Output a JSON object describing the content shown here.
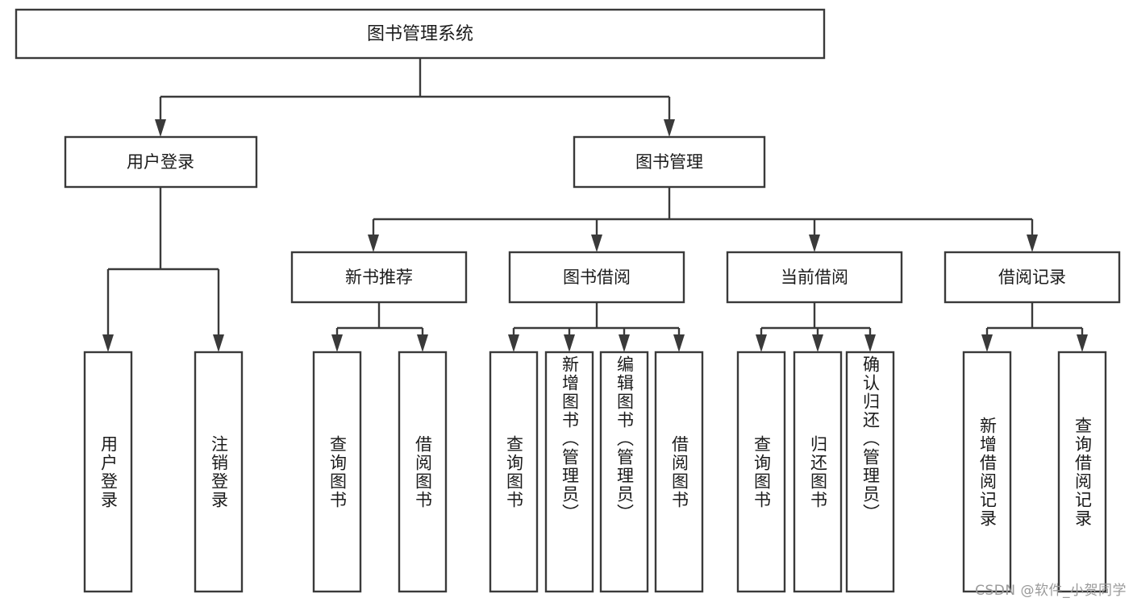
{
  "diagram": {
    "type": "hierarchy-tree",
    "title": "图书管理系统",
    "orientation": "top-down",
    "colors": {
      "box_stroke": "#3a3a3a",
      "box_fill": "#ffffff",
      "connector": "#3a3a3a",
      "text": "#1b1b1b",
      "background": "#ffffff",
      "watermark": "#9a9a9a"
    },
    "levels": {
      "root": "图书管理系统",
      "level1": [
        "用户登录",
        "图书管理"
      ],
      "level2": [
        "新书推荐",
        "图书借阅",
        "当前借阅",
        "借阅记录"
      ]
    }
  },
  "nodes": {
    "root": {
      "label": "图书管理系统"
    },
    "user_login": {
      "label": "用户登录"
    },
    "book_manage": {
      "label": "图书管理"
    },
    "new_book_rec": {
      "label": "新书推荐"
    },
    "book_borrow": {
      "label": "图书借阅"
    },
    "current_borrow": {
      "label": "当前借阅"
    },
    "borrow_record": {
      "label": "借阅记录"
    }
  },
  "leaves": [
    {
      "id": "leaf-user-login",
      "label": "用户登录",
      "parent": "用户登录"
    },
    {
      "id": "leaf-logout-login",
      "label": "注销登录",
      "parent": "用户登录"
    },
    {
      "id": "leaf-query-book-1",
      "label": "查询图书",
      "parent": "新书推荐"
    },
    {
      "id": "leaf-borrow-book-1",
      "label": "借阅图书",
      "parent": "新书推荐"
    },
    {
      "id": "leaf-query-book-2",
      "label": "查询图书",
      "parent": "图书借阅"
    },
    {
      "id": "leaf-add-book",
      "label": "新增图书（管理员）",
      "parent": "图书借阅"
    },
    {
      "id": "leaf-edit-book",
      "label": "编辑图书（管理员）",
      "parent": "图书借阅"
    },
    {
      "id": "leaf-borrow-book-2",
      "label": "借阅图书",
      "parent": "图书借阅"
    },
    {
      "id": "leaf-query-book-3",
      "label": "查询图书",
      "parent": "当前借阅"
    },
    {
      "id": "leaf-return-book",
      "label": "归还图书",
      "parent": "当前借阅"
    },
    {
      "id": "leaf-confirm-return",
      "label": "确认归还（管理员）",
      "parent": "当前借阅"
    },
    {
      "id": "leaf-add-record",
      "label": "新增借阅记录",
      "parent": "借阅记录"
    },
    {
      "id": "leaf-query-record",
      "label": "查询借阅记录",
      "parent": "借阅记录"
    }
  ],
  "watermark": {
    "text": "CSDN @软件_小贺同学"
  }
}
